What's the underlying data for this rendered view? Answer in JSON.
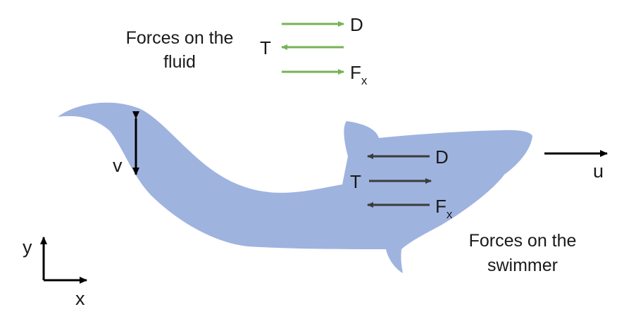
{
  "fluid_forces": {
    "title_line1": "Forces on the",
    "title_line2": "fluid",
    "drag_label": "D",
    "thrust_label": "T",
    "fx_label": "F",
    "fx_subscript": "x",
    "arrow_color": "#77b256"
  },
  "swimmer_forces": {
    "title_line1": "Forces on the",
    "title_line2": "swimmer",
    "drag_label": "D",
    "thrust_label": "T",
    "fx_label": "F",
    "fx_subscript": "x",
    "arrow_color": "#3b3b3b"
  },
  "body_color": "#9fb3df",
  "velocity_u_label": "u",
  "velocity_v_label": "v",
  "axes": {
    "x_label": "x",
    "y_label": "y"
  }
}
